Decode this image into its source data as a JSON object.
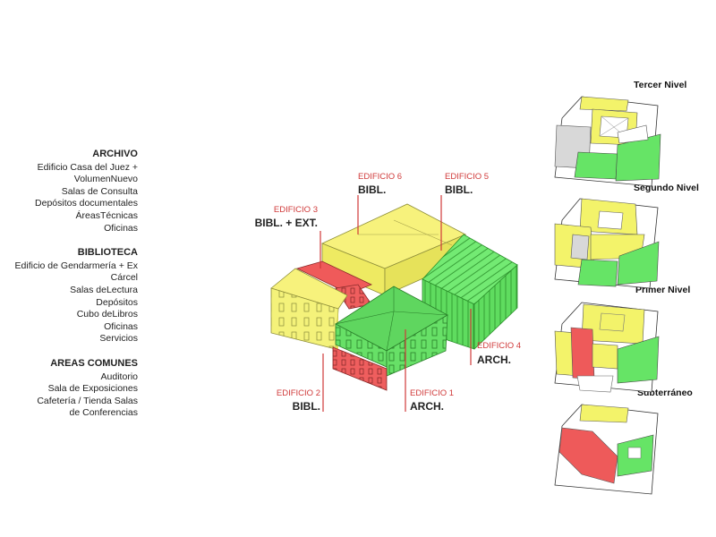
{
  "legend": {
    "archivo": {
      "title": "ARCHIVO",
      "items": [
        "Edificio Casa del Juez +",
        "VolumenNuevo",
        "Salas de Consulta",
        "Depósitos documentales",
        "ÁreasTécnicas",
        "Oficinas"
      ]
    },
    "biblioteca": {
      "title": "BIBLIOTECA",
      "items": [
        "Edificio de Gendarmería + Ex",
        "Cárcel",
        "Salas deLectura",
        "Depósitos",
        "Cubo deLibros",
        "Oficinas",
        "Servicios"
      ]
    },
    "areas": {
      "title": "AREAS COMUNES",
      "items": [
        "Auditorio",
        "Sala de Exposiciones",
        "Cafetería / Tienda  Salas",
        "de Conferencias"
      ]
    }
  },
  "buildings": {
    "e1": {
      "name": "EDIFICIO 1",
      "use": "ARCH."
    },
    "e2": {
      "name": "EDIFICIO 2",
      "use": "BIBL."
    },
    "e3": {
      "name": "EDIFICIO 3",
      "use": "BIBL. + EXT."
    },
    "e4": {
      "name": "EDIFICIO 4",
      "use": "ARCH."
    },
    "e5": {
      "name": "EDIFICIO 5",
      "use": "BIBL."
    },
    "e6": {
      "name": "EDIFICIO 6",
      "use": "BIBL."
    }
  },
  "levels": {
    "tercer": "Tercer Nivel",
    "segundo": "Segundo Nivel",
    "primer": "Primer Nivel",
    "sub": "Subterráneo"
  },
  "colors": {
    "archivo": "#66e466",
    "biblioteca": "#f3f36a",
    "comunes": "#ee5a5a",
    "accent": "#d03a3a"
  }
}
